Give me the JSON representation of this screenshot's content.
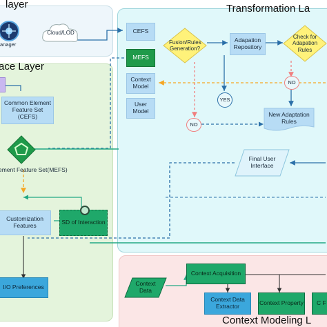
{
  "regions": {
    "top_left_title": "layer",
    "interface_title": "ace Layer",
    "transformation_title": "Transformation La",
    "context_title": "Context Modeling L"
  },
  "nodes": {
    "manager_label": "anager",
    "cloud_lod": "Cloud/LOD",
    "cefs_small": "CEFS",
    "mefs_small": "MEFS",
    "context_model": "Context Model",
    "user_model": "User Model",
    "common_cefs": "Common Element Feature Set (CEFS)",
    "mefs_label": "ement Feature Set(MEFS)",
    "fusion_rules": "Fusion/Rules Generation?",
    "adaptation_repository": "Adapation Repository",
    "check_adaptation": "Check for Adapation Rules",
    "yes_label": "YES",
    "no_label_1": "NO",
    "no_label_2": "NO",
    "new_rules": "New Adaptation Rules",
    "final_ui": "Final User Interface",
    "customization": "Customization Features",
    "sd_interaction": "SD of Interaction",
    "io_preferences": "I/O Preferences",
    "context_data": "Context Data",
    "context_acquisition": "Context Acquisition",
    "context_extractor": "Context Data Extractor",
    "context_property": "Context Property",
    "context_c": "C F"
  },
  "colors": {
    "cyan_region": "#e0f8fa",
    "green_region": "#e4f4dc",
    "pink_region": "#fbe6e6",
    "box_blue": "#b7dcf5",
    "teal_box": "#1e9c8a",
    "green_box": "#2aa84a",
    "diamond_yellow": "#fff27a",
    "flow_green": "#22a884",
    "flow_blue": "#2a6fa8",
    "flow_orange": "#f5a623",
    "flow_pink": "#f08080"
  }
}
